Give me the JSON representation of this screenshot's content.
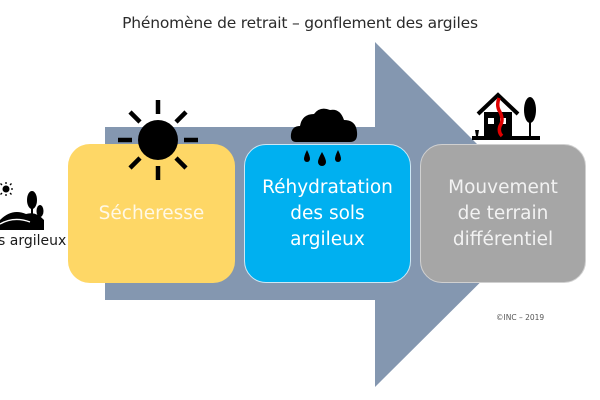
{
  "title": "Phénomène de retrait – gonflement des argiles",
  "left_label": "s argileux",
  "steps": [
    {
      "label": "Sécheresse",
      "icon": "sun-icon",
      "color": "#fed766"
    },
    {
      "label": "Réhydratation des sols argileux",
      "icon": "rain-cloud-icon",
      "color": "#00b0f0"
    },
    {
      "label": "Mouvement de terrain différentiel",
      "icon": "cracked-house-icon",
      "color": "#a6a6a6"
    }
  ],
  "arrow_color": "#8497b0",
  "crack_color": "#e00000",
  "credit": "©INC – 2019"
}
